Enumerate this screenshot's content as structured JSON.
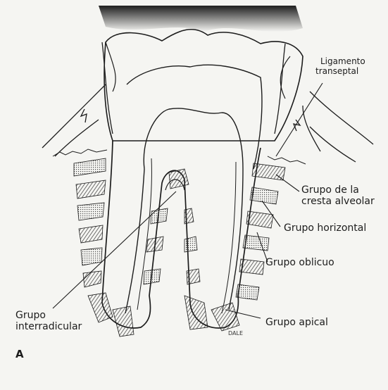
{
  "labels": {
    "ligamento": [
      "Ligamento",
      "transeptal"
    ],
    "cresta": [
      "Grupo de la",
      "cresta alveolar"
    ],
    "horizontal": "Grupo horizontal",
    "oblicuo": "Grupo oblicuo",
    "apical": "Grupo apical",
    "interradicular": [
      "Grupo",
      "interradicular"
    ]
  },
  "figure_letter": "A",
  "signature": "DALE",
  "colors": {
    "ink": "#1c1c1c",
    "paper": "#f5f5f2",
    "gum_shadow": "#3a3a3a"
  }
}
